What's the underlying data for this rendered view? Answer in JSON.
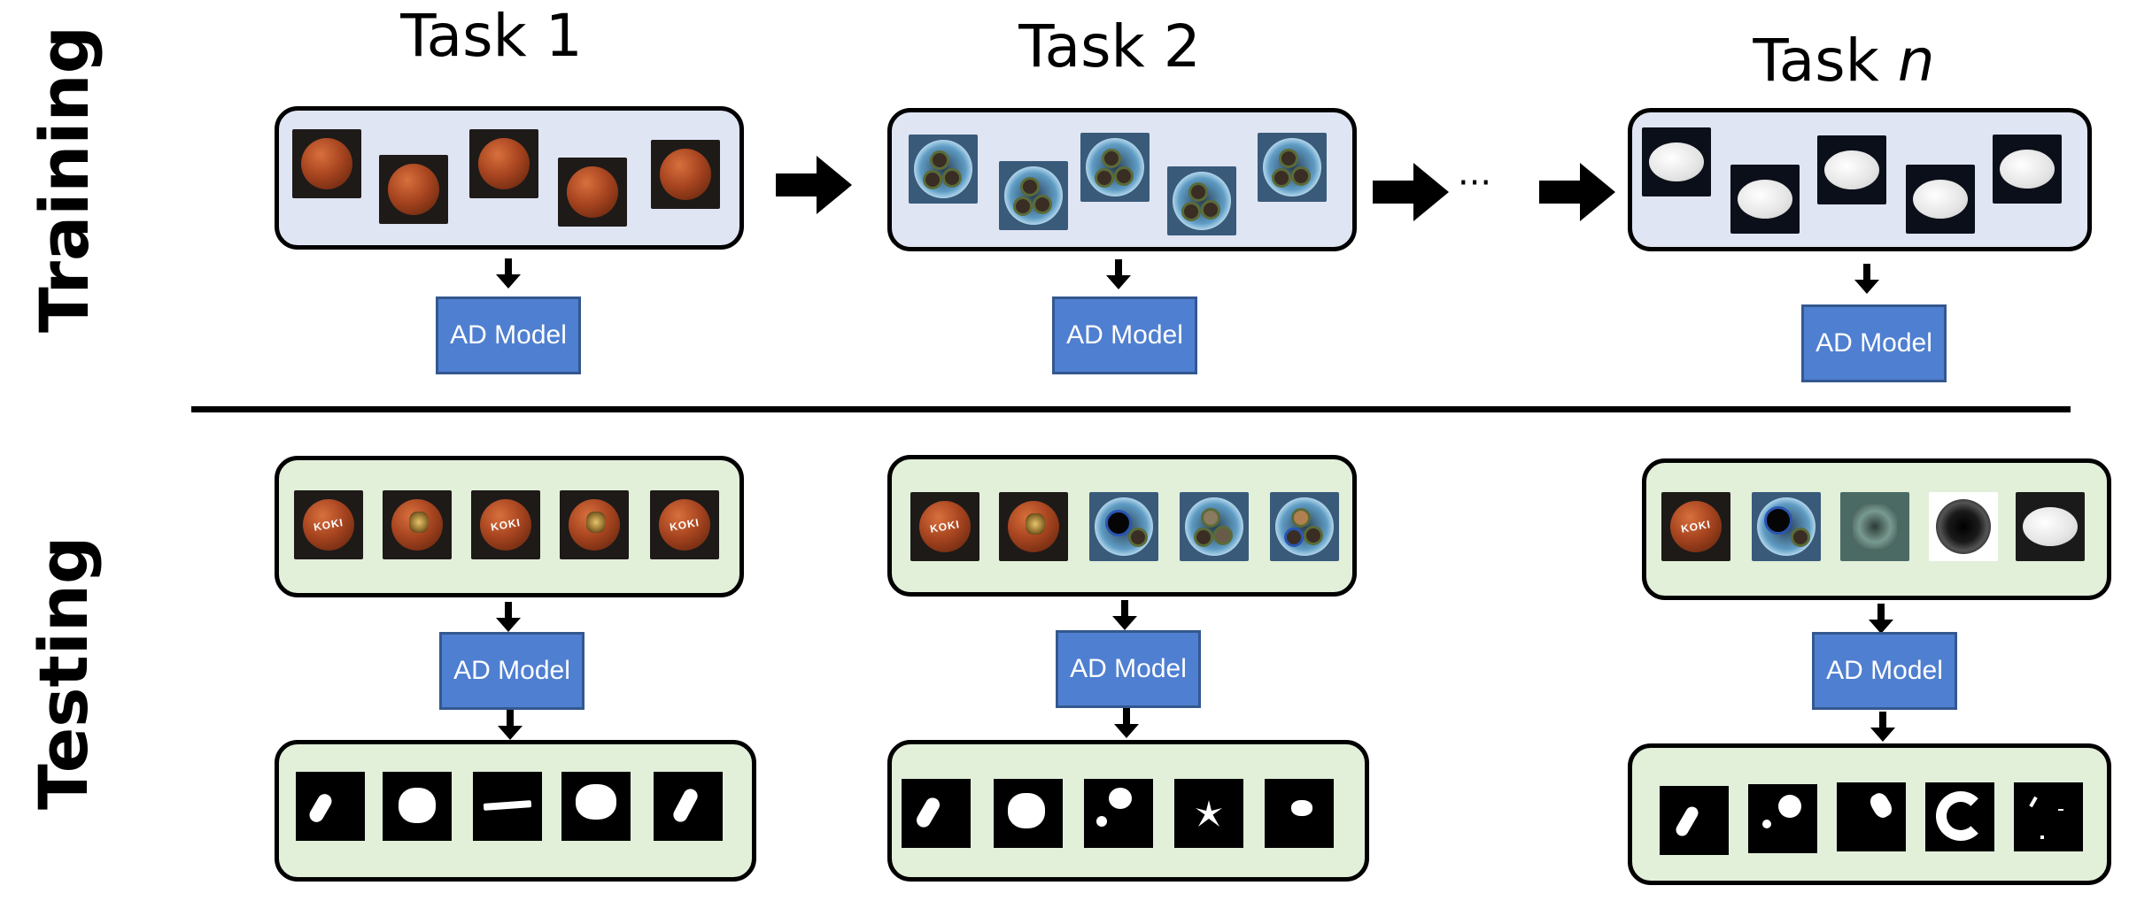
{
  "titles": {
    "task1": "Task 1",
    "task2": "Task 2",
    "taskn_prefix": "Task ",
    "taskn_italic": "n"
  },
  "row_labels": {
    "training": "Training",
    "testing": "Testing"
  },
  "model_label": "AD Model",
  "ellipsis": "···",
  "colors": {
    "train_panel": "#dfe5f3",
    "test_panel": "#e2efd9",
    "model_box": "#4f7fd0",
    "model_border": "#34588f"
  },
  "icons": {
    "flow_arrow": "right-arrow-icon",
    "down_arrow": "down-arrow-icon"
  },
  "columns": [
    {
      "name": "task-1",
      "train_images": [
        "hazelnut",
        "hazelnut",
        "hazelnut",
        "hazelnut",
        "hazelnut"
      ],
      "test_images": [
        "hazelnut-print",
        "hazelnut-crack",
        "hazelnut-print",
        "hazelnut-crack",
        "hazelnut-print"
      ]
    },
    {
      "name": "task-2",
      "train_images": [
        "cable",
        "cable",
        "cable",
        "cable",
        "cable"
      ],
      "test_images": [
        "hazelnut-print",
        "hazelnut-crack",
        "cable",
        "cable",
        "cable"
      ]
    },
    {
      "name": "task-n",
      "train_images": [
        "pill",
        "pill",
        "pill",
        "pill",
        "pill"
      ],
      "test_images": [
        "hazelnut-print",
        "cable",
        "metal-nut",
        "bottle",
        "pill"
      ]
    }
  ]
}
